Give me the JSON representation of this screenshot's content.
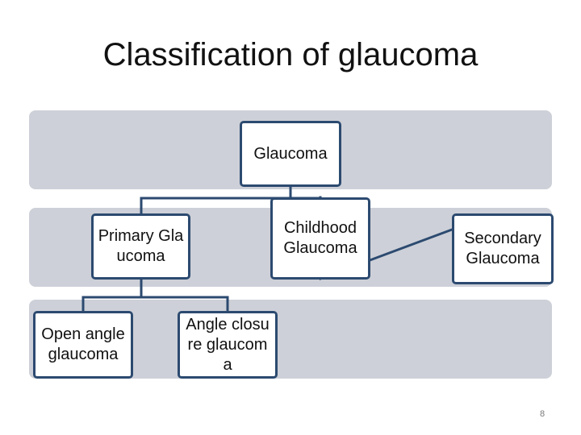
{
  "slide": {
    "title": "Classification of glaucoma",
    "page_number": "8"
  },
  "nodes": {
    "root": "Glaucoma",
    "primary": "Primary Glaucoma",
    "childhood": "Childhood Glaucoma",
    "secondary": "Secondary Glaucoma",
    "open_angle": "Open angle glaucoma",
    "angle_closure": "Angle closure glaucoma"
  },
  "colors": {
    "band": "#cdd0d8",
    "node_border": "#2c4a70",
    "connector": "#2c4a70",
    "node_fill": "#ffffff"
  }
}
